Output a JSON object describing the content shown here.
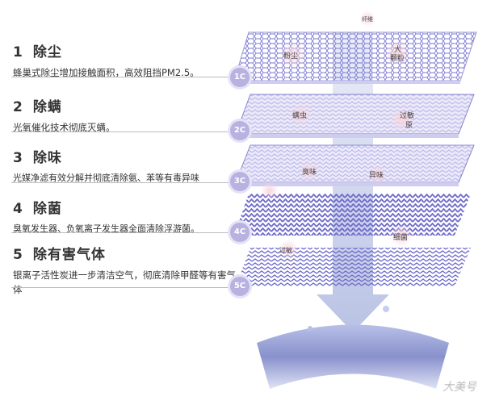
{
  "steps": [
    {
      "num": "1",
      "title": "除尘",
      "desc": "蜂巢式除尘增加接触面积，高效阻挡PM2.5。",
      "stage": "1C"
    },
    {
      "num": "2",
      "title": "除螨",
      "desc": "光氧催化技术彻底灭螨。",
      "stage": "2C"
    },
    {
      "num": "3",
      "title": "除味",
      "desc": "光媒净滤有效分解并彻底清除氨、苯等有毒异味",
      "stage": "3C"
    },
    {
      "num": "4",
      "title": "除菌",
      "desc": "臭氧发生器、负氧离子发生器全面清除浮游菌。",
      "stage": "4C"
    },
    {
      "num": "5",
      "title": "除有害气体",
      "desc": "银离子活性炭进一步清洁空气，彻底清除甲醛等有害气体",
      "stage": "5C"
    }
  ],
  "particles": {
    "fiber": "纤维",
    "dust": "粉尘",
    "big1": "大",
    "big2": "颗粒",
    "mite": "螨虫",
    "allergen1": "过敏",
    "allergen2": "原",
    "odor": "臭味",
    "peculiar": "异味",
    "bacteria": "细菌",
    "allergy": "过敏"
  },
  "watermark": "大美号",
  "colors": {
    "layer": "#6f6cc9",
    "stage": "#b8b2e0",
    "arrow": "#b9c2e6",
    "bowl": "#7d87c2"
  }
}
